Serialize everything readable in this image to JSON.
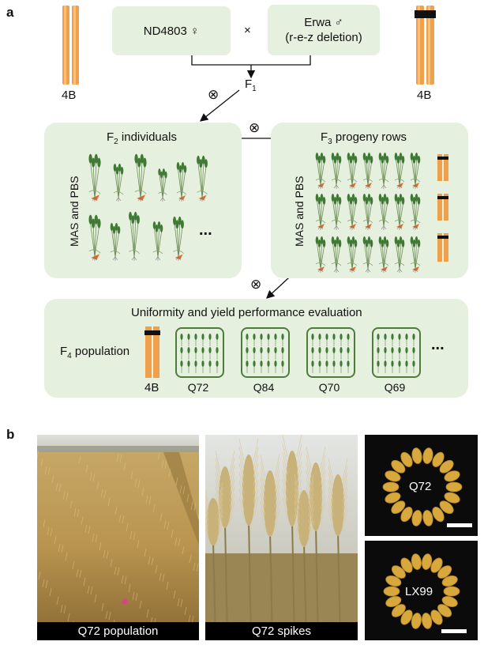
{
  "panel_a": {
    "letter": "a",
    "parent_female": "ND4803 ♀",
    "cross_symbol": "×",
    "parent_male_line1": "Erwa ♂",
    "parent_male_line2": "(r-e-z deletion)",
    "chrom_left_label": "4B",
    "chrom_right_label": "4B",
    "f1": "F",
    "f1_sub": "1",
    "self_symbol": "⊗",
    "f2_title": "F",
    "f2_sub": "2",
    "f2_rest": " individuals",
    "f3_title": "F",
    "f3_sub": "3",
    "f3_rest": " progeny rows",
    "mas_left": "MAS and PBS",
    "mas_right": "MAS and PBS",
    "ellipsis": "...",
    "eval_title": "Uniformity and yield performance evaluation",
    "f4_title": "F",
    "f4_sub": "4",
    "f4_rest": " population",
    "f4_chrom_label": "4B",
    "plots": [
      "Q72",
      "Q84",
      "Q70",
      "Q69"
    ],
    "plots_ellipsis": "..."
  },
  "panel_b": {
    "letter": "b",
    "photo1_caption": "Q72 population",
    "photo2_caption": "Q72 spikes",
    "grain1_label": "Q72",
    "grain2_label": "LX99"
  },
  "colors": {
    "box_fill": "#e6f0de",
    "plot_border": "#4e7d3a",
    "chromosome": "#f0a04a",
    "chromosome_light": "#f8c07a",
    "deletion": "#111111",
    "plant_green": "#3f7a34",
    "root_orange": "#e3672a",
    "grain": "#d8a83c"
  }
}
